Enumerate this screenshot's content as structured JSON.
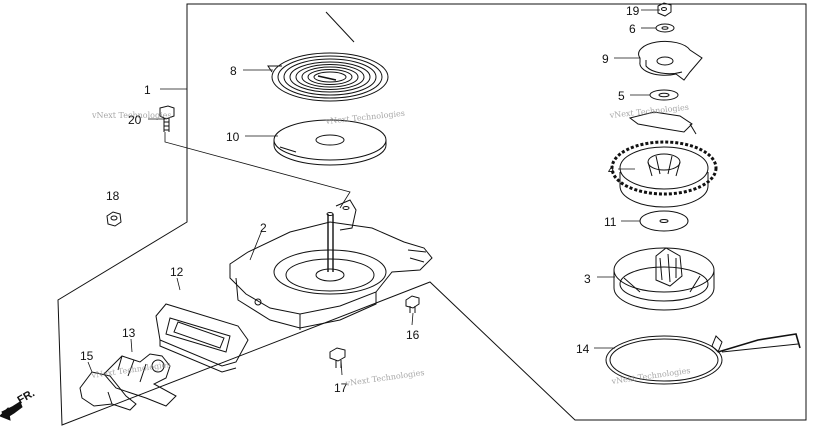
{
  "callouts": [
    {
      "id": "1",
      "text": "1"
    },
    {
      "id": "2",
      "text": "2"
    },
    {
      "id": "3",
      "text": "3"
    },
    {
      "id": "4",
      "text": "4"
    },
    {
      "id": "5",
      "text": "5"
    },
    {
      "id": "6",
      "text": "6"
    },
    {
      "id": "8",
      "text": "8"
    },
    {
      "id": "9",
      "text": "9"
    },
    {
      "id": "10",
      "text": "10"
    },
    {
      "id": "11",
      "text": "11"
    },
    {
      "id": "12",
      "text": "12"
    },
    {
      "id": "13",
      "text": "13"
    },
    {
      "id": "14",
      "text": "14"
    },
    {
      "id": "15",
      "text": "15"
    },
    {
      "id": "16",
      "text": "16"
    },
    {
      "id": "17",
      "text": "17"
    },
    {
      "id": "18",
      "text": "18"
    },
    {
      "id": "19",
      "text": "19"
    },
    {
      "id": "20",
      "text": "20"
    }
  ],
  "direction_label": "FR.",
  "watermark": "vNext Technologies"
}
